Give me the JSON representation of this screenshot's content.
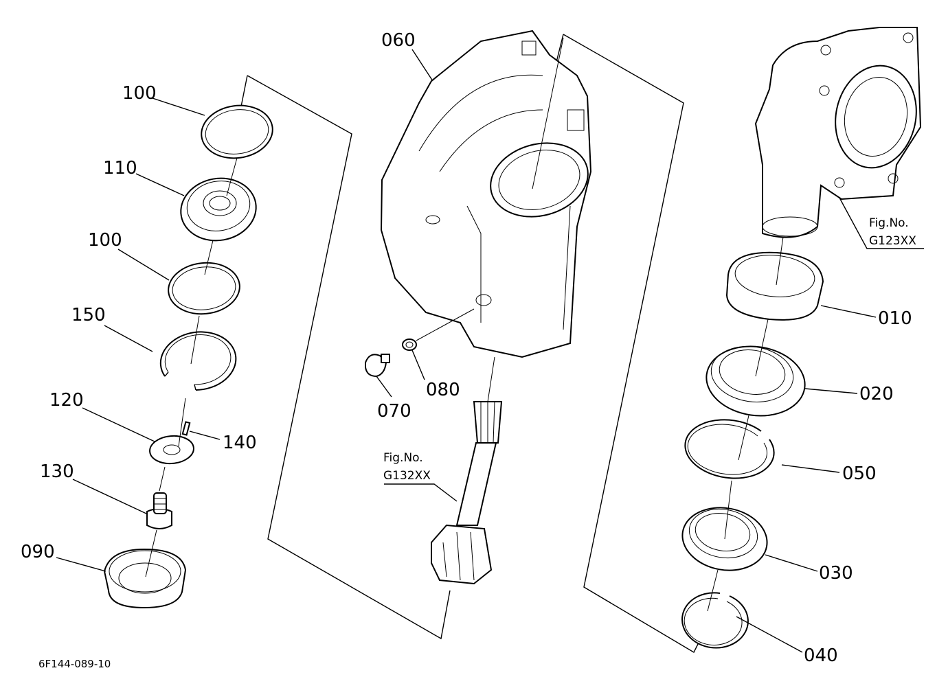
{
  "callouts": [
    {
      "id": "c1",
      "label": "100"
    },
    {
      "id": "c2",
      "label": "110"
    },
    {
      "id": "c3",
      "label": "100"
    },
    {
      "id": "c4",
      "label": "150"
    },
    {
      "id": "c5",
      "label": "120"
    },
    {
      "id": "c6",
      "label": "140"
    },
    {
      "id": "c7",
      "label": "130"
    },
    {
      "id": "c8",
      "label": "090"
    },
    {
      "id": "c9",
      "label": "060"
    },
    {
      "id": "c10",
      "label": "070"
    },
    {
      "id": "c11",
      "label": "080"
    },
    {
      "id": "c12",
      "label": "010"
    },
    {
      "id": "c13",
      "label": "020"
    },
    {
      "id": "c14",
      "label": "050"
    },
    {
      "id": "c15",
      "label": "030"
    },
    {
      "id": "c16",
      "label": "040"
    }
  ],
  "figure_refs": [
    {
      "id": "f1",
      "caption": "Fig.No.",
      "number": "G132XX"
    },
    {
      "id": "f2",
      "caption": "Fig.No.",
      "number": "G123XX"
    }
  ],
  "diagram_code": "6F144-089-10"
}
